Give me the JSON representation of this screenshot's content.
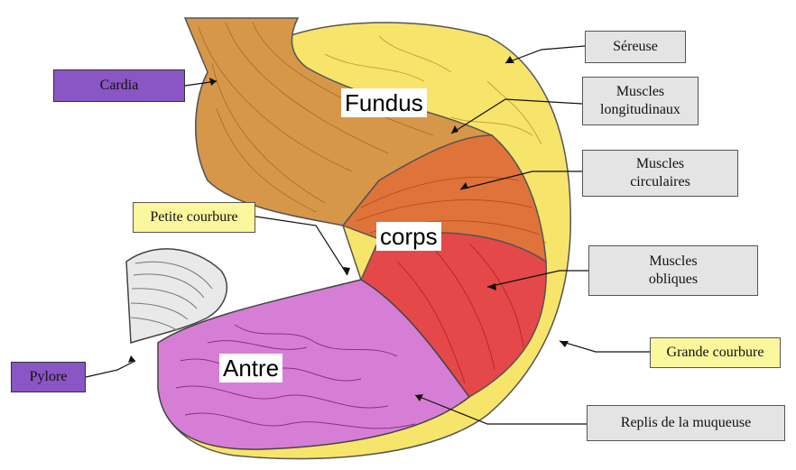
{
  "labels": {
    "cardia": "Cardia",
    "sereuse": "Séreuse",
    "muscles_longitudinaux": "Muscles\nlongitudinaux",
    "muscles_circulaires": "Muscles\ncirculaires",
    "petite_courbure": "Petite courbure",
    "muscles_obliques": "Muscles\nobliques",
    "pylore": "Pylore",
    "grande_courbure": "Grande courbure",
    "replis": "Replis de la muqueuse"
  },
  "regions": {
    "fundus": "Fundus",
    "corps": "corps",
    "antre": "Antre"
  },
  "colors": {
    "serosa": "#f7e46a",
    "longitudinal": "#d69748",
    "circular": "#e0733a",
    "oblique": "#e54848",
    "mucosa": "#d67ed6",
    "label_purple": "#8a55c4",
    "label_grey": "#e4e4e4",
    "label_yellow": "#fbf79c"
  }
}
